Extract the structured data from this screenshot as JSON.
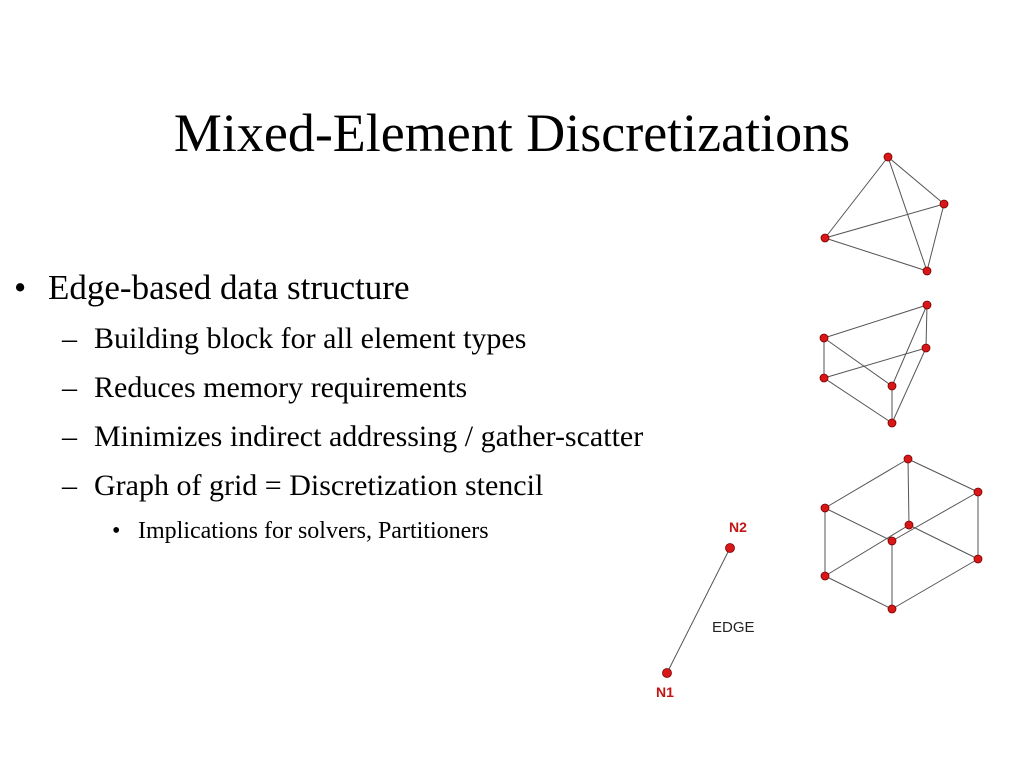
{
  "slide": {
    "title": "Mixed-Element Discretizations",
    "bullet_markers": {
      "level1": "•",
      "level2": "–",
      "level3": "•"
    },
    "bullets": [
      {
        "text": "Edge-based data structure",
        "children": [
          "Building block for all element types",
          "Reduces memory requirements",
          "Minimizes indirect addressing / gather-scatter",
          "Graph of grid = Discretization stencil"
        ],
        "grandchildren": [
          "Implications for solvers, Partitioners"
        ]
      }
    ]
  },
  "diagram": {
    "edge_label": "EDGE",
    "node1_label": "N1",
    "node2_label": "N2",
    "node_color": "#d81818",
    "line_color": "#555555"
  }
}
